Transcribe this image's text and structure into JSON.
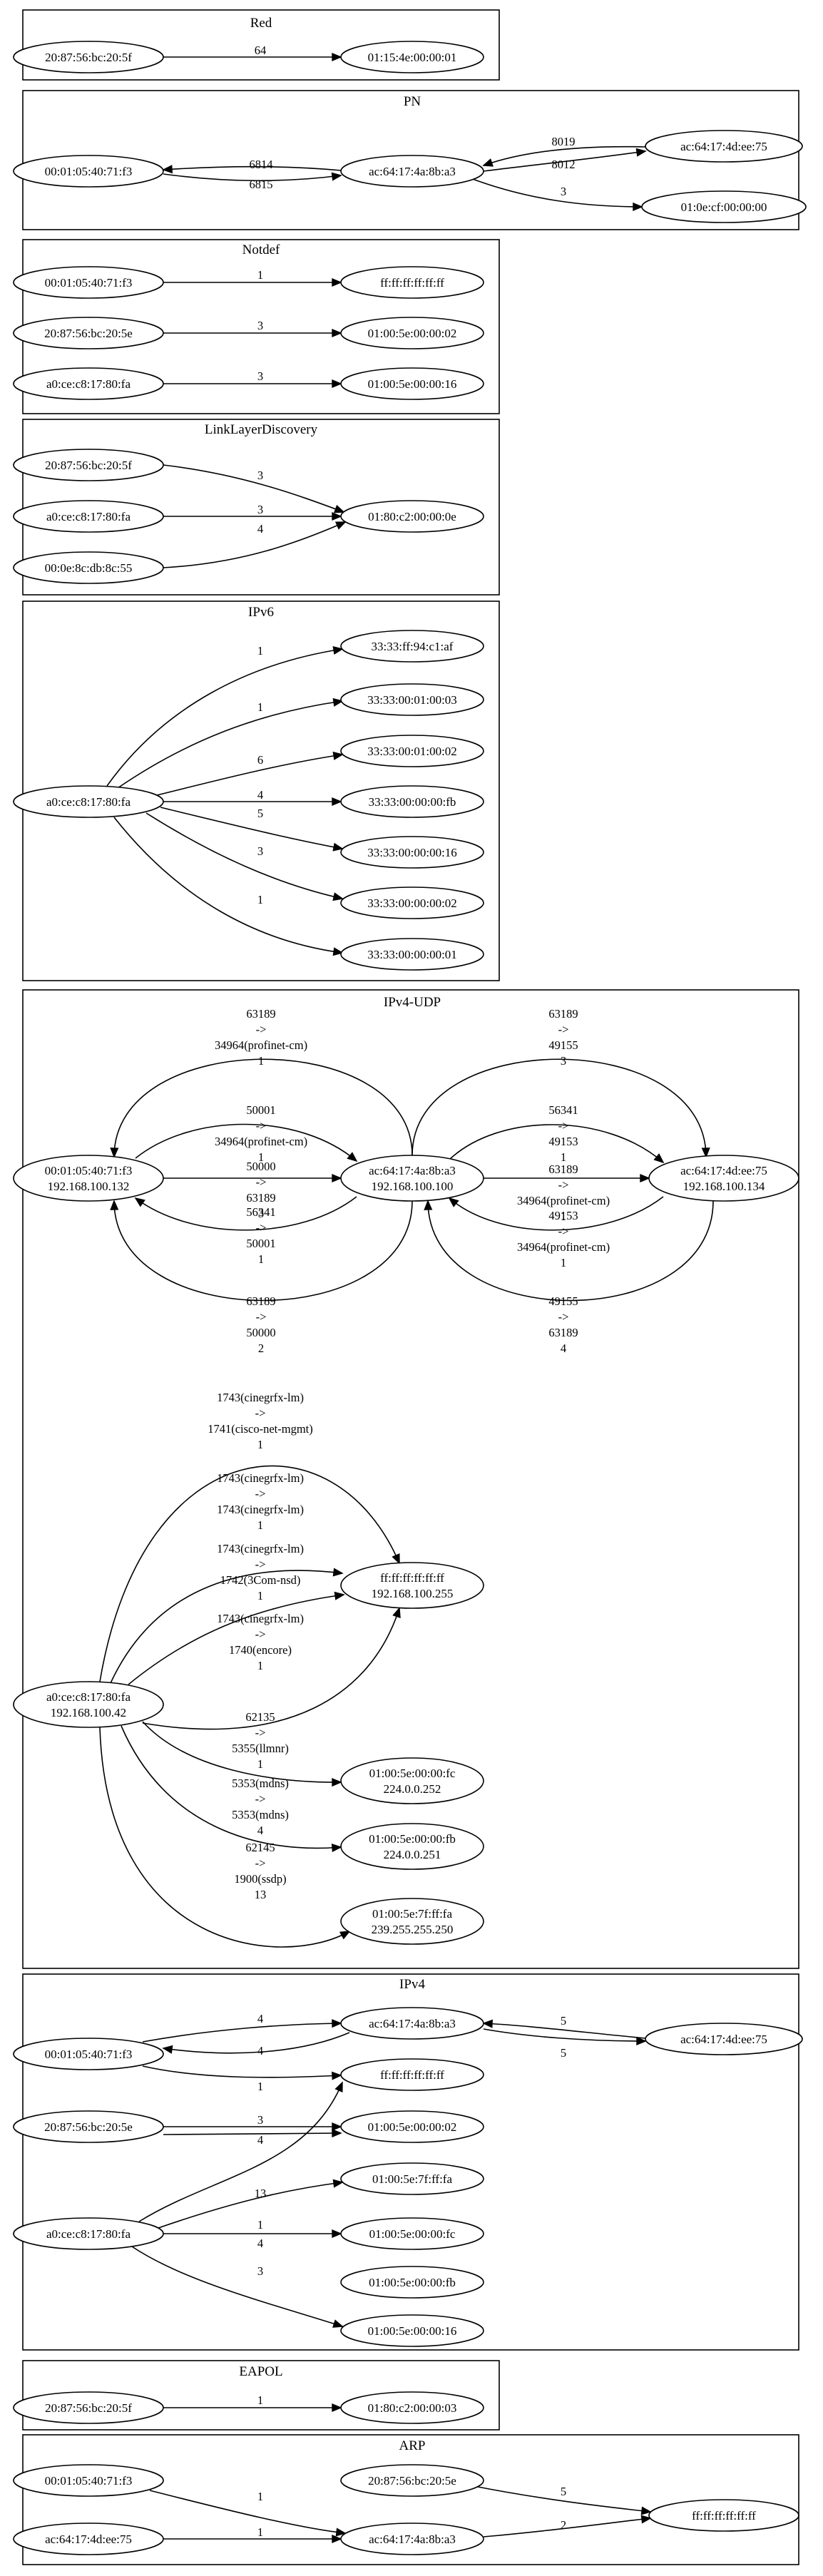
{
  "clusters": [
    {
      "id": "red",
      "title": "Red",
      "nodes": {
        "a": [
          "20:87:56:bc:20:5f"
        ],
        "b": [
          "01:15:4e:00:00:01"
        ]
      },
      "edges": [
        {
          "id": "e1",
          "label": [
            "64"
          ]
        }
      ]
    },
    {
      "id": "pn",
      "title": "PN",
      "nodes": {
        "a": [
          "00:01:05:40:71:f3"
        ],
        "b": [
          "ac:64:17:4a:8b:a3"
        ],
        "c": [
          "ac:64:17:4d:ee:75"
        ],
        "d": [
          "01:0e:cf:00:00:00"
        ]
      },
      "edges": [
        {
          "id": "e1",
          "label": [
            "6814"
          ]
        },
        {
          "id": "e2",
          "label": [
            "6815"
          ]
        },
        {
          "id": "e3",
          "label": [
            "8019"
          ]
        },
        {
          "id": "e4",
          "label": [
            "8012"
          ]
        },
        {
          "id": "e5",
          "label": [
            "3"
          ]
        }
      ]
    },
    {
      "id": "notdef",
      "title": "Notdef",
      "nodes": {
        "a": [
          "00:01:05:40:71:f3"
        ],
        "b": [
          "ff:ff:ff:ff:ff:ff"
        ],
        "c": [
          "20:87:56:bc:20:5e"
        ],
        "d": [
          "01:00:5e:00:00:02"
        ],
        "e": [
          "a0:ce:c8:17:80:fa"
        ],
        "f": [
          "01:00:5e:00:00:16"
        ]
      },
      "edges": [
        {
          "id": "e1",
          "label": [
            "1"
          ]
        },
        {
          "id": "e2",
          "label": [
            "3"
          ]
        },
        {
          "id": "e3",
          "label": [
            "3"
          ]
        }
      ]
    },
    {
      "id": "lld",
      "title": "LinkLayerDiscovery",
      "nodes": {
        "a": [
          "20:87:56:bc:20:5f"
        ],
        "b": [
          "a0:ce:c8:17:80:fa"
        ],
        "c": [
          "00:0e:8c:db:8c:55"
        ],
        "d": [
          "01:80:c2:00:00:0e"
        ]
      },
      "edges": [
        {
          "id": "e1",
          "label": [
            "3"
          ]
        },
        {
          "id": "e2",
          "label": [
            "3"
          ]
        },
        {
          "id": "e3",
          "label": [
            "4"
          ]
        }
      ]
    },
    {
      "id": "ipv6",
      "title": "IPv6",
      "nodes": {
        "a": [
          "a0:ce:c8:17:80:fa"
        ],
        "b": [
          "33:33:ff:94:c1:af"
        ],
        "c": [
          "33:33:00:01:00:03"
        ],
        "d": [
          "33:33:00:01:00:02"
        ],
        "e": [
          "33:33:00:00:00:fb"
        ],
        "f": [
          "33:33:00:00:00:16"
        ],
        "g": [
          "33:33:00:00:00:02"
        ],
        "h": [
          "33:33:00:00:00:01"
        ]
      },
      "edges": [
        {
          "id": "e1",
          "label": [
            "1"
          ]
        },
        {
          "id": "e2",
          "label": [
            "1"
          ]
        },
        {
          "id": "e3",
          "label": [
            "6"
          ]
        },
        {
          "id": "e4",
          "label": [
            "4"
          ]
        },
        {
          "id": "e5",
          "label": [
            "5"
          ]
        },
        {
          "id": "e6",
          "label": [
            "3"
          ]
        },
        {
          "id": "e7",
          "label": [
            "1"
          ]
        }
      ]
    },
    {
      "id": "ipv4udp",
      "title": "IPv4-UDP",
      "nodes": {
        "a": [
          "00:01:05:40:71:f3",
          "192.168.100.132"
        ],
        "b": [
          "ac:64:17:4a:8b:a3",
          "192.168.100.100"
        ],
        "c": [
          "ac:64:17:4d:ee:75",
          "192.168.100.134"
        ],
        "d": [
          "ff:ff:ff:ff:ff:ff",
          "192.168.100.255"
        ],
        "e": [
          "a0:ce:c8:17:80:fa",
          "192.168.100.42"
        ],
        "f": [
          "01:00:5e:00:00:fc",
          "224.0.0.252"
        ],
        "g": [
          "01:00:5e:00:00:fb",
          "224.0.0.251"
        ],
        "h": [
          "01:00:5e:7f:ff:fa",
          "239.255.255.250"
        ]
      },
      "edges": [
        {
          "id": "e1",
          "label": [
            "63189",
            "->",
            "34964(profinet-cm)",
            "1"
          ]
        },
        {
          "id": "e2",
          "label": [
            "50001",
            "->",
            "34964(profinet-cm)",
            "1"
          ]
        },
        {
          "id": "e3",
          "label": [
            "50000",
            "->",
            "63189",
            "3"
          ]
        },
        {
          "id": "e4",
          "label": [
            "56341",
            "->",
            "50001",
            "1"
          ]
        },
        {
          "id": "e5",
          "label": [
            "63189",
            "->",
            "50000",
            "2"
          ]
        },
        {
          "id": "e6",
          "label": [
            "63189",
            "->",
            "49155",
            "3"
          ]
        },
        {
          "id": "e7",
          "label": [
            "56341",
            "->",
            "49153",
            "1"
          ]
        },
        {
          "id": "e8",
          "label": [
            "63189",
            "->",
            "34964(profinet-cm)",
            "1"
          ]
        },
        {
          "id": "e9",
          "label": [
            "49153",
            "->",
            "34964(profinet-cm)",
            "1"
          ]
        },
        {
          "id": "e10",
          "label": [
            "49155",
            "->",
            "63189",
            "4"
          ]
        },
        {
          "id": "e11",
          "label": [
            "1743(cinegrfx-lm)",
            "->",
            "1741(cisco-net-mgmt)",
            "1"
          ]
        },
        {
          "id": "e12",
          "label": [
            "1743(cinegrfx-lm)",
            "->",
            "1743(cinegrfx-lm)",
            "1"
          ]
        },
        {
          "id": "e13",
          "label": [
            "1743(cinegrfx-lm)",
            "->",
            "1742(3Com-nsd)",
            "1"
          ]
        },
        {
          "id": "e14",
          "label": [
            "1743(cinegrfx-lm)",
            "->",
            "1740(encore)",
            "1"
          ]
        },
        {
          "id": "e15",
          "label": [
            "62135",
            "->",
            "5355(llmnr)",
            "1"
          ]
        },
        {
          "id": "e16",
          "label": [
            "5353(mdns)",
            "->",
            "5353(mdns)",
            "4"
          ]
        },
        {
          "id": "e17",
          "label": [
            "62145",
            "->",
            "1900(ssdp)",
            "13"
          ]
        }
      ]
    },
    {
      "id": "ipv4",
      "title": "IPv4",
      "nodes": {
        "a": [
          "00:01:05:40:71:f3"
        ],
        "b": [
          "ac:64:17:4a:8b:a3"
        ],
        "c": [
          "ac:64:17:4d:ee:75"
        ],
        "d": [
          "ff:ff:ff:ff:ff:ff"
        ],
        "e": [
          "20:87:56:bc:20:5e"
        ],
        "f": [
          "01:00:5e:00:00:02"
        ],
        "g": [
          "a0:ce:c8:17:80:fa"
        ],
        "h": [
          "01:00:5e:7f:ff:fa"
        ],
        "i": [
          "01:00:5e:00:00:fc"
        ],
        "j": [
          "01:00:5e:00:00:fb"
        ],
        "k": [
          "01:00:5e:00:00:16"
        ]
      },
      "edges": [
        {
          "id": "e1",
          "label": [
            "4"
          ]
        },
        {
          "id": "e2",
          "label": [
            "4"
          ]
        },
        {
          "id": "e3",
          "label": [
            "1"
          ]
        },
        {
          "id": "e4",
          "label": [
            "5"
          ]
        },
        {
          "id": "e5",
          "label": [
            "5"
          ]
        },
        {
          "id": "e6",
          "label": [
            "3"
          ]
        },
        {
          "id": "e7",
          "label": [
            "4"
          ]
        },
        {
          "id": "e8",
          "label": [
            "13"
          ]
        },
        {
          "id": "e9",
          "label": [
            "1"
          ]
        },
        {
          "id": "e10",
          "label": [
            "4"
          ]
        },
        {
          "id": "e11",
          "label": [
            "3"
          ]
        }
      ]
    },
    {
      "id": "eapol",
      "title": "EAPOL",
      "nodes": {
        "a": [
          "20:87:56:bc:20:5f"
        ],
        "b": [
          "01:80:c2:00:00:03"
        ]
      },
      "edges": [
        {
          "id": "e1",
          "label": [
            "1"
          ]
        }
      ]
    },
    {
      "id": "arp",
      "title": "ARP",
      "nodes": {
        "a": [
          "00:01:05:40:71:f3"
        ],
        "b": [
          "ac:64:17:4d:ee:75"
        ],
        "c": [
          "ac:64:17:4a:8b:a3"
        ],
        "d": [
          "20:87:56:bc:20:5e"
        ],
        "e": [
          "ff:ff:ff:ff:ff:ff"
        ]
      },
      "edges": [
        {
          "id": "e1",
          "label": [
            "1"
          ]
        },
        {
          "id": "e2",
          "label": [
            "1"
          ]
        },
        {
          "id": "e3",
          "label": [
            "5"
          ]
        },
        {
          "id": "e4",
          "label": [
            "2"
          ]
        }
      ]
    }
  ]
}
